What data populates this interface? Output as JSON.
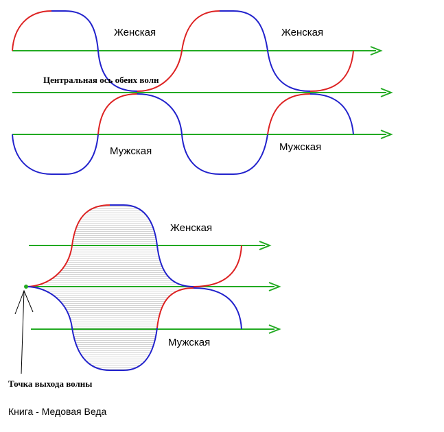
{
  "labels": {
    "female": "Женская",
    "male": "Мужская",
    "central_axis": "Центральная ось обеих волн",
    "exit_point": "Точка выхода волны",
    "book": "Книга - Медовая Веда"
  },
  "colors": {
    "axis": "#22aa22",
    "rising": "#dd2222",
    "falling": "#2222cc",
    "hatch": "#c8c8c8",
    "point": "#22aa22"
  }
}
